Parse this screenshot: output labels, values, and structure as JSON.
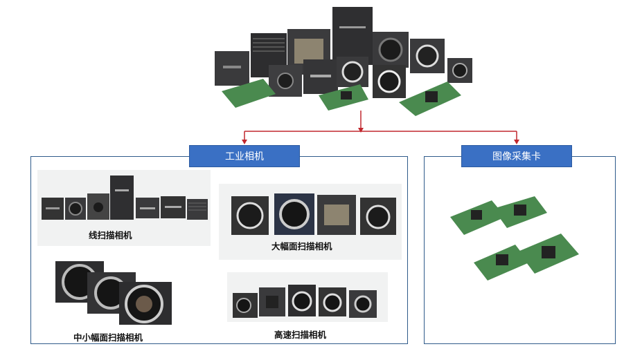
{
  "diagram": {
    "categories": {
      "industrial_camera": "工业相机",
      "frame_grabber": "图像采集卡"
    },
    "camera_types": {
      "line_scan": "线扫描相机",
      "large_area": "大幅面扫描相机",
      "small_medium_area": "中小幅面扫描相机",
      "high_speed": "高速扫描相机"
    }
  }
}
